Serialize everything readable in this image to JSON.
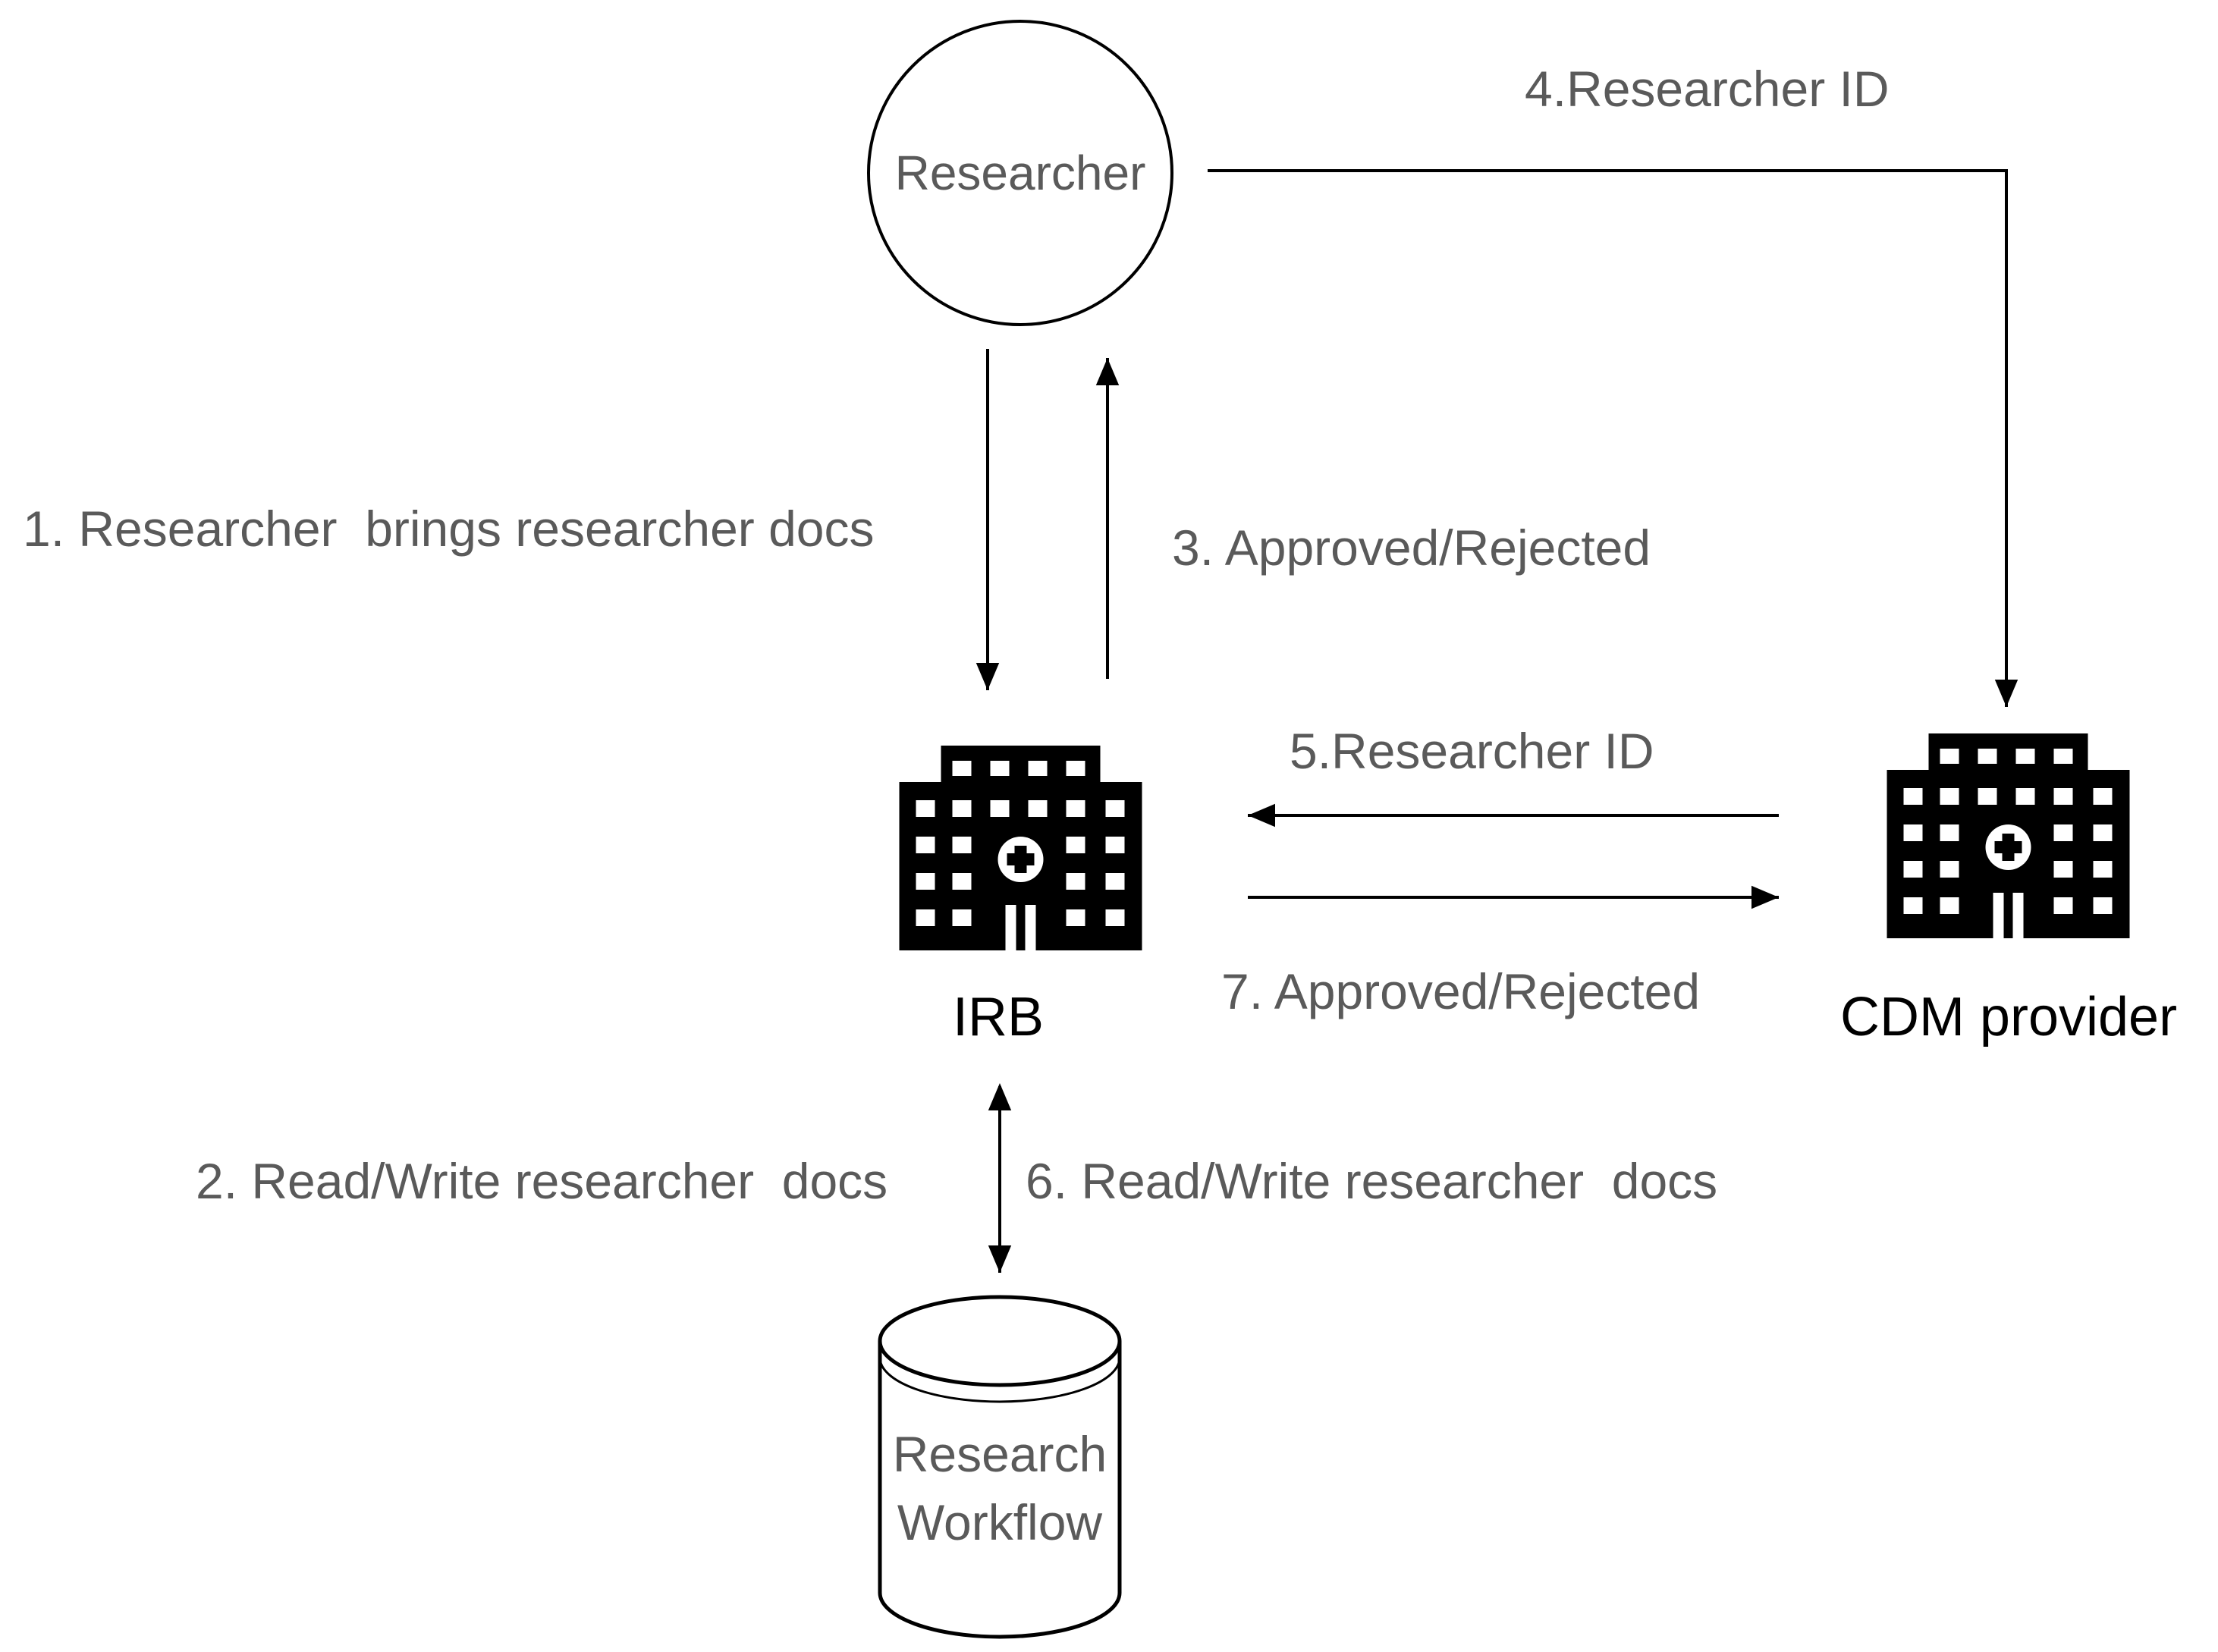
{
  "nodes": {
    "researcher": {
      "label": "Researcher"
    },
    "irb": {
      "label": "IRB"
    },
    "cdm_provider": {
      "label": "CDM provider"
    },
    "research_workflow": {
      "label_line1": "Research",
      "label_line2": "Workflow"
    }
  },
  "edges": {
    "step1": "1. Researcher  brings researcher docs",
    "step2": "2. Read/Write researcher  docs",
    "step3": "3. Approved/Rejected",
    "step4": "4.Researcher ID",
    "step5": "5.Researcher ID",
    "step6": "6. Read/Write researcher  docs",
    "step7": "7. Approved/Rejected"
  },
  "colors": {
    "stroke": "#000000",
    "label_text": "#5a5a5a",
    "node_text": "#000000",
    "building": "#000000",
    "background": "#ffffff"
  },
  "icons": {
    "irb": "hospital-building-icon",
    "cdm_provider": "hospital-building-icon"
  }
}
